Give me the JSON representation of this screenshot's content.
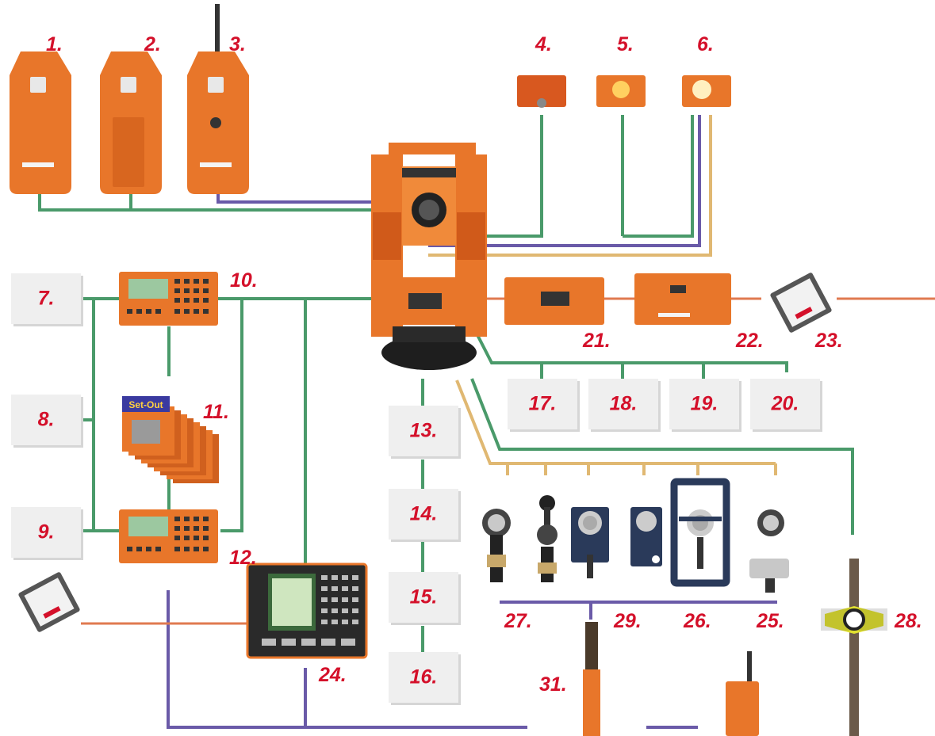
{
  "labels": {
    "n1": "1.",
    "n2": "2.",
    "n3": "3.",
    "n4": "4.",
    "n5": "5.",
    "n6": "6.",
    "n7": "7.",
    "n8": "8.",
    "n9": "9.",
    "n10": "10.",
    "n11": "11.",
    "n12": "12.",
    "n13": "13.",
    "n14": "14.",
    "n15": "15.",
    "n16": "16.",
    "n17": "17.",
    "n18": "18.",
    "n19": "19.",
    "n20": "20.",
    "n21": "21.",
    "n22": "22.",
    "n23": "23.",
    "n24": "24.",
    "n25": "25.",
    "n26": "26.",
    "n27": "27.",
    "n28": "28.",
    "n29": "29.",
    "n31": "31."
  },
  "device_text": {
    "set_out_card": "Set-Out"
  },
  "colors": {
    "label_red": "#d4102a",
    "line_green": "#4a9a6a",
    "line_purple": "#6a5aa8",
    "line_tan": "#e0b872",
    "line_orange": "#e07a50",
    "device_orange": "#e8762a",
    "placeholder_gray": "#efefef"
  }
}
